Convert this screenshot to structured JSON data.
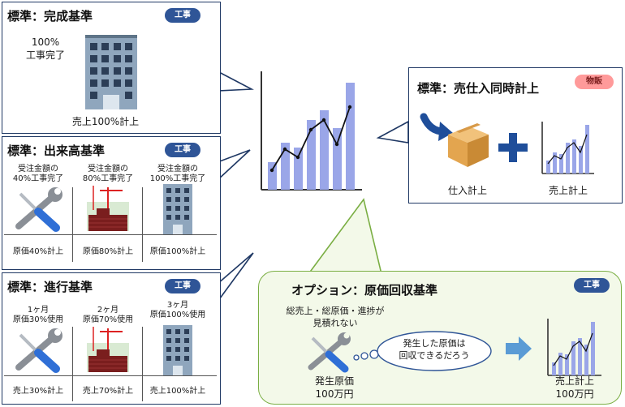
{
  "completion": {
    "title": "標準：完成基準",
    "badge": "工事",
    "status_line1": "100%",
    "status_line2": "工事完了",
    "footer": "売上100%計上"
  },
  "output": {
    "title": "標準：出来高基準",
    "badge": "工事",
    "columns": [
      {
        "head1": "受注金額の",
        "head2": "40%工事完了",
        "footer": "原価40%計上"
      },
      {
        "head1": "受注金額の",
        "head2": "80%工事完了",
        "footer": "原価80%計上"
      },
      {
        "head1": "受注金額の",
        "head2": "100%工事完了",
        "footer": "原価100%計上"
      }
    ]
  },
  "progress": {
    "title": "標準：進行基準",
    "badge": "工事",
    "columns": [
      {
        "head1": "1ヶ月",
        "head2": "原価30%使用",
        "footer": "売上30%計上"
      },
      {
        "head1": "2ヶ月",
        "head2": "原価70%使用",
        "footer": "売上70%計上"
      },
      {
        "head1": "3ヶ月",
        "head2": "原価100%使用",
        "footer": "売上100%計上"
      }
    ]
  },
  "simultaneous": {
    "title": "標準：売仕入同時計上",
    "badge": "物販",
    "left_label": "仕入計上",
    "right_label": "売上計上"
  },
  "cost_recovery": {
    "title": "オプション：原価回収基準",
    "badge": "工事",
    "note_line1": "総売上・総原価・進捗が",
    "note_line2": "見積れない",
    "thought_line1": "発生した原価は",
    "thought_line2": "回収できるだろう",
    "cost_label1": "発生原価",
    "cost_label2": "100万円",
    "sales_label1": "売上計上",
    "sales_label2": "100万円"
  },
  "icons": [
    "building-icon",
    "wrench-screwdriver-icon",
    "construction-crane-icon",
    "bar-chart-icon",
    "box-icon",
    "plus-icon",
    "arrow-icon",
    "thought-cloud-icon"
  ],
  "colors": {
    "panel_border": "#1f3864",
    "badge_blue": "#2f5597",
    "badge_pink": "#ff9a9a",
    "option_bg": "#f3f9e9",
    "option_border": "#7aae43",
    "chart_bar": "#9aa6e8",
    "arrow": "#5a9bd5"
  }
}
